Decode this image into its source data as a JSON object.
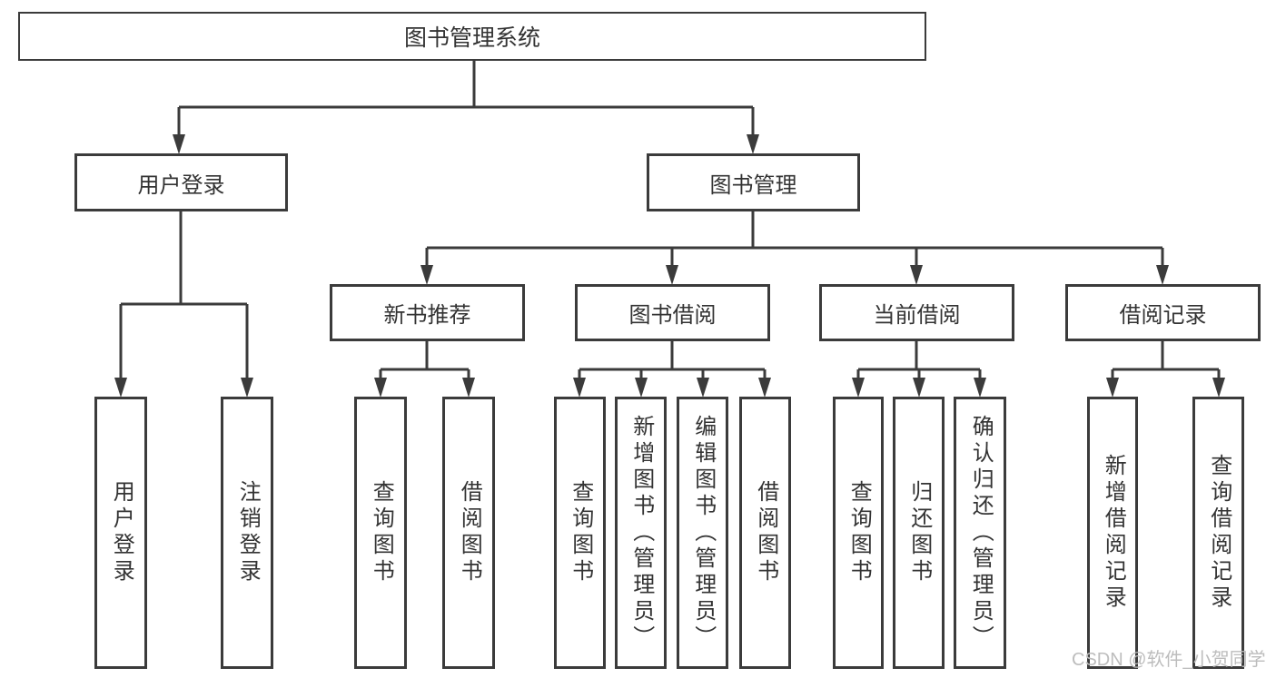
{
  "diagram": {
    "title": "图书管理系统",
    "watermark": "CSDN @软件_小贺同学",
    "colors": {
      "line": "#3b3b3b",
      "box_border": "#3b3b3b",
      "text": "#333333",
      "watermark": "#bdbdbd",
      "background": "#ffffff"
    },
    "root": {
      "label": "图书管理系统"
    },
    "branches": [
      {
        "label": "用户登录",
        "children": [
          {
            "label": "用户登录"
          },
          {
            "label": "注销登录"
          }
        ]
      },
      {
        "label": "图书管理",
        "children": [
          {
            "label": "新书推荐",
            "children": [
              {
                "label": "查询图书"
              },
              {
                "label": "借阅图书"
              }
            ]
          },
          {
            "label": "图书借阅",
            "children": [
              {
                "label": "查询图书"
              },
              {
                "label": "新增图书（管理员）"
              },
              {
                "label": "编辑图书（管理员）"
              },
              {
                "label": "借阅图书"
              }
            ]
          },
          {
            "label": "当前借阅",
            "children": [
              {
                "label": "查询图书"
              },
              {
                "label": "归还图书"
              },
              {
                "label": "确认归还（管理员）"
              }
            ]
          },
          {
            "label": "借阅记录",
            "children": [
              {
                "label": "新增借阅记录"
              },
              {
                "label": "查询借阅记录"
              }
            ]
          }
        ]
      }
    ]
  }
}
